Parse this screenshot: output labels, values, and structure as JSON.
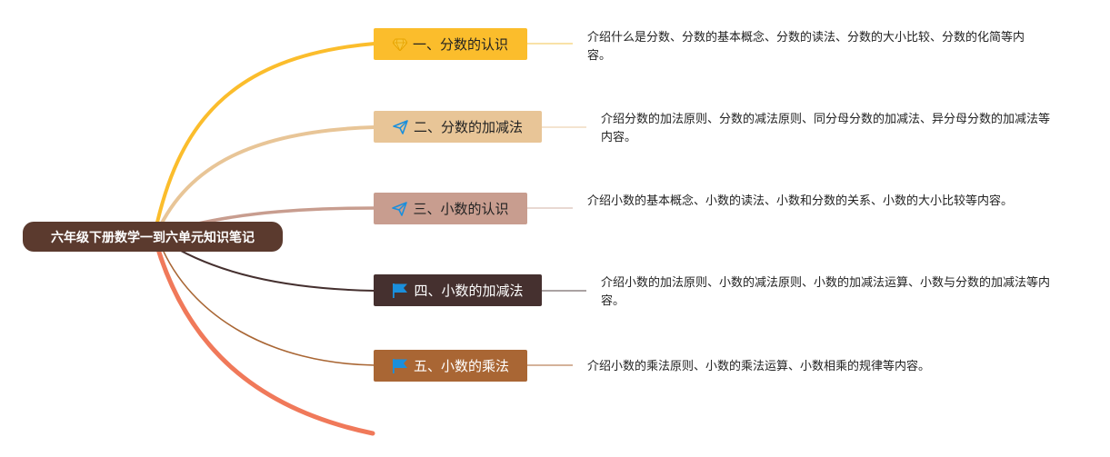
{
  "root": {
    "label": "六年级下册数学一到六单元知识笔记"
  },
  "branches": [
    {
      "label": "一、分数的认识",
      "icon": "diamond-icon",
      "color": "#fbbd2c",
      "text_color": "#222222",
      "description": "介绍什么是分数、分数的基本概念、分数的读法、分数的大小比较、分数的化简等内容。"
    },
    {
      "label": "二、分数的加减法",
      "icon": "paper-plane-icon",
      "color": "#e8c597",
      "text_color": "#222222",
      "description": "介绍分数的加法原则、分数的减法原则、同分母分数的加减法、异分母分数的加减法等内容。"
    },
    {
      "label": "三、小数的认识",
      "icon": "paper-plane-icon",
      "color": "#c89d8f",
      "text_color": "#222222",
      "description": "介绍小数的基本概念、小数的读法、小数和分数的关系、小数的大小比较等内容。"
    },
    {
      "label": "四、小数的加减法",
      "icon": "flag-icon",
      "color": "#45302f",
      "text_color": "#ffffff",
      "description": "介绍小数的加法原则、小数的减法原则、小数的加减法运算、小数与分数的加减法等内容。"
    },
    {
      "label": "五、小数的乘法",
      "icon": "flag-icon",
      "color": "#a96634",
      "text_color": "#ffffff",
      "description": "介绍小数的乘法原则、小数的乘法运算、小数相乘的规律等内容。"
    }
  ],
  "colors": {
    "root": "#5b3a2e",
    "extra_branch": "#f0795a",
    "icon_blue": "#1a8fdc",
    "diamond": "#f8c63d"
  }
}
